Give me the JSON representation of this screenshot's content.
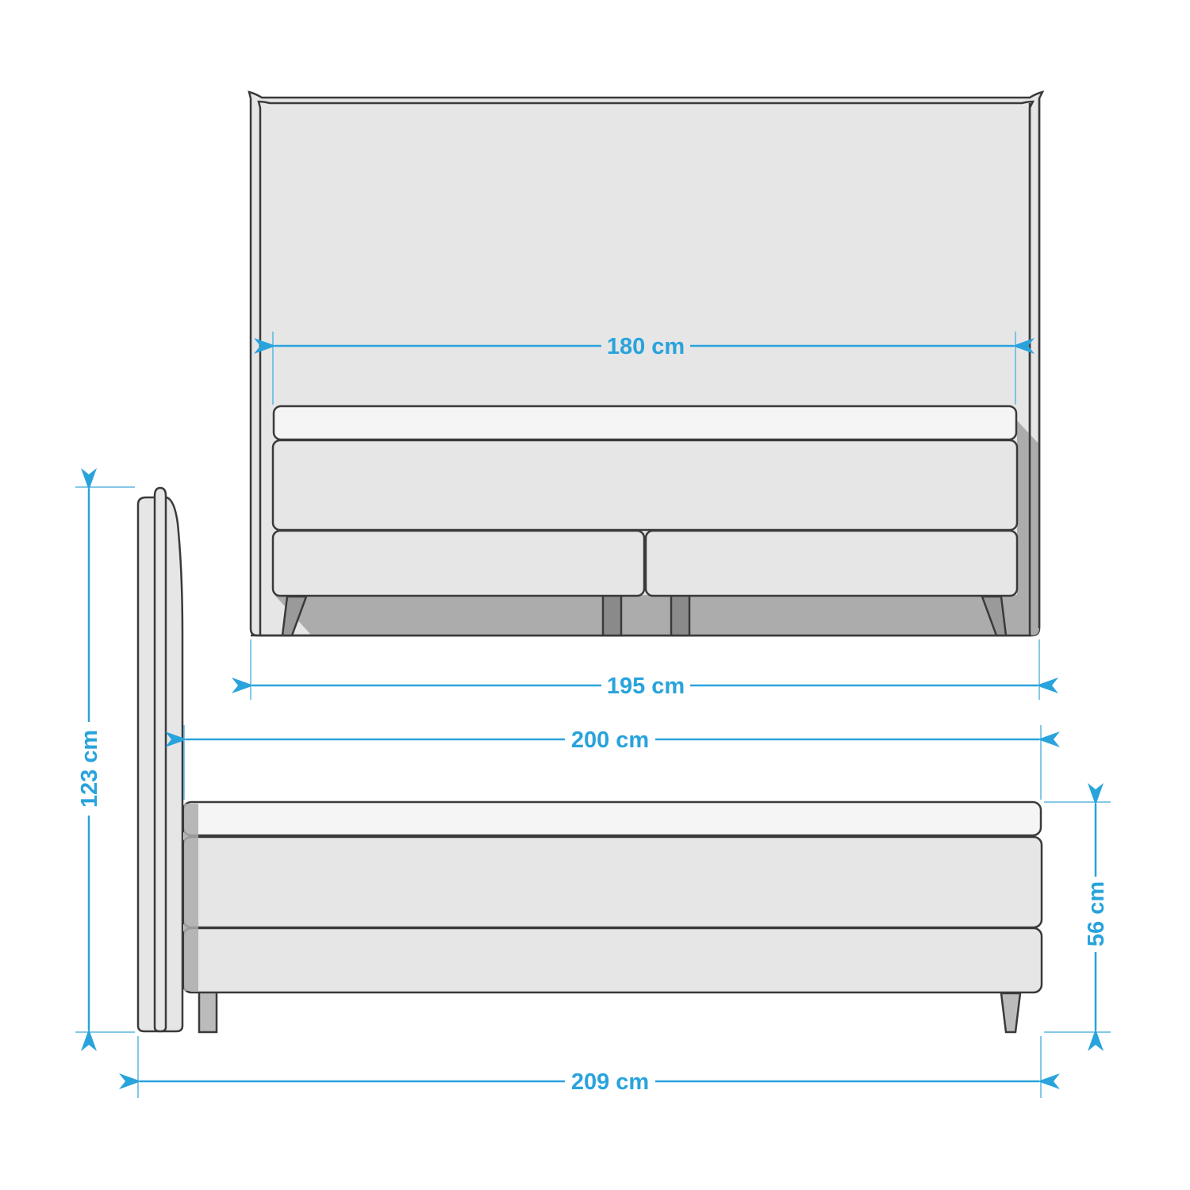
{
  "diagram": {
    "subject": "boxspring bed dimensional drawing",
    "views": [
      "front-view",
      "side-view"
    ],
    "colors": {
      "dimension": "#29a3dc",
      "outline": "#3a3a3a",
      "fill_light": "#e6e6e6",
      "fill_topper": "#f5f5f5",
      "shadow": "#acacac",
      "leg": "#8a8a8a"
    },
    "dimensions": {
      "mattress_width": "180 cm",
      "total_width": "195 cm",
      "mattress_length": "200 cm",
      "total_length": "209 cm",
      "headboard_height": "123 cm",
      "bed_height": "56 cm"
    }
  }
}
